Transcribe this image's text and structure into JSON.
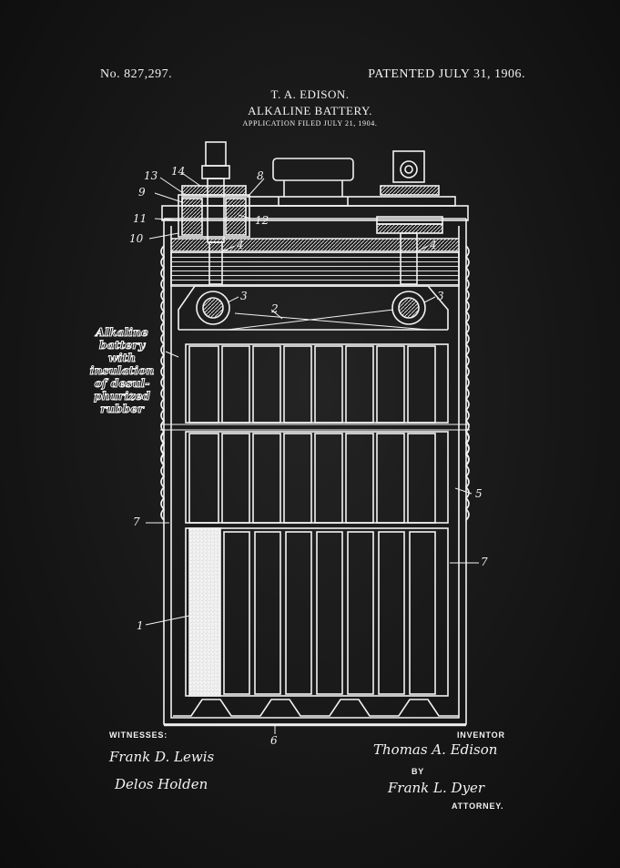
{
  "header": {
    "patent_number": "No. 827,297.",
    "patent_date": "PATENTED JULY 31, 1906.",
    "inventor": "T. A. EDISON.",
    "title": "ALKALINE BATTERY.",
    "filed": "APPLICATION FILED JULY 21, 1904."
  },
  "annotation": {
    "lines": [
      "Alkaline",
      "battery",
      "with",
      "insulation",
      "of desul-",
      "phurized",
      "rubber"
    ]
  },
  "figure_labels": {
    "l13": "13",
    "l14": "14",
    "l8": "8",
    "l9": "9",
    "l11": "11",
    "l12": "12",
    "l10": "10",
    "l4a": "4",
    "l4b": "4",
    "l3a": "3",
    "l3b": "3",
    "l2": "2",
    "l5": "5",
    "l7a": "7",
    "l7b": "7",
    "l1": "1",
    "l6": "6"
  },
  "footer": {
    "witnesses_label": "WITNESSES:",
    "witness_1": "Frank D. Lewis",
    "witness_2": "Delos Holden",
    "inventor_label": "INVENTOR",
    "inventor_signature": "Thomas A. Edison",
    "by_label": "BY",
    "attorney_signature": "Frank L. Dyer",
    "attorney_label": "ATTORNEY."
  },
  "colors": {
    "background": "#131313",
    "ink": "#f2f2f2"
  }
}
